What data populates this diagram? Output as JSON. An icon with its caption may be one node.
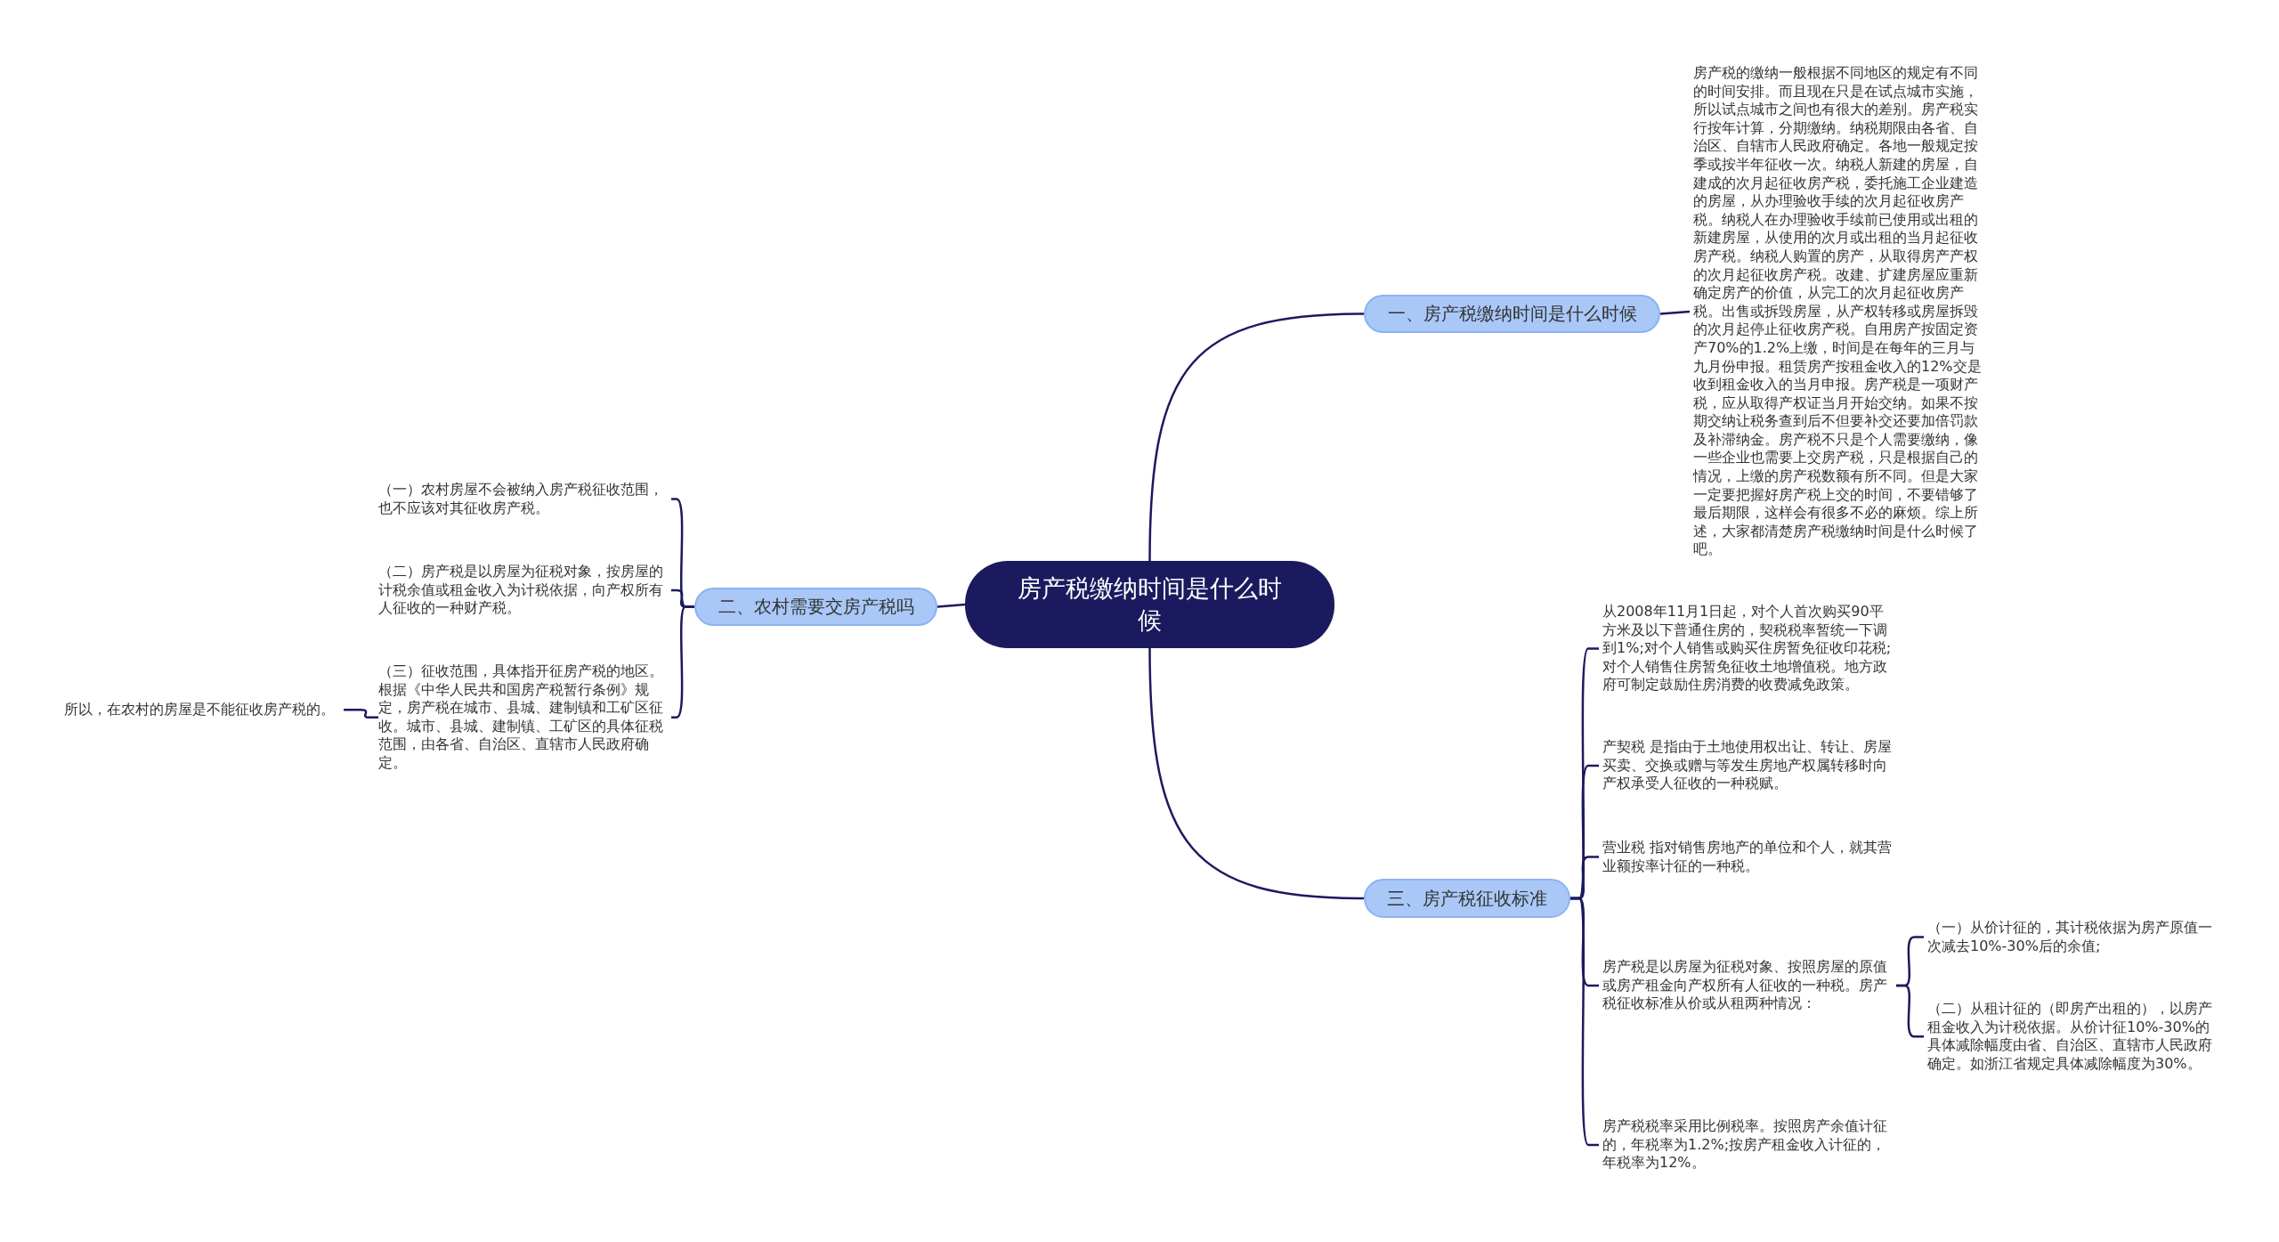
{
  "diagram": {
    "nodes": [
      {
        "text": [
          "房产税缴纳时间是什么时候"
        ]
      },
      {
        "text": [
          "一、房产税缴纳时间是什么时候"
        ]
      },
      {
        "text": [
          "房产税的缴纳一般根据不同地区的规定有不同的时间安排。而且现在只是在试点城市实施，所以试点城市之间也有很大的差别。房产税实行按年计算，分期缴纳。纳税期限由各省、自治区、自辖市人民政府确定。各地一般规定按季或按半年征收一次。纳税人新建的房屋，自建成的次月起征收房产税，委托施工企业建造的房屋，从办理验收手续的次月起征收房产税。纳税人在办理验收手续前已使用或出租的新建房屋，从使用的次月或出租的当月起征收房产税。纳税人购置的房产，从取得房产产权的次月起征收房产税。改建、扩建房屋应重新确定房产的价值，从完工的次月起征收房产税。出售或拆毁房屋，从产权转移或房屋拆毁的次月起停止征收房产税。自用房产按固定资产70%的1.2%上缴，时间是在每年的三月与九月份申报。租赁房产按租金收入的12%交是收到租金收入的当月申报。房产税是一项财产税，应从取得产权证当月开始交纳。如果不按期交纳让税务查到后不但要补交还要加倍罚款及补滞纳金。房产税不只是个人需要缴纳，像一些企业也需要上交房产税，只是根据自己的情况，上缴的房产税数额有所不同。但是大家一定要把握好房产税上交的时间，不要错够了最后期限，这样会有很多不必的麻烦。综上所述，大家都清楚房产税缴纳时间是什么时候了吧。"
        ]
      },
      {
        "text": [
          "二、农村需要交房产税吗"
        ]
      },
      {
        "text": [
          "（一）农村房屋不会被纳入房产税征收范围，也不应该对其征收房产税。"
        ]
      },
      {
        "text": [
          "（二）房产税是以房屋为征税对象，按房屋的计税余值或租金收入为计税依据，向产权所有人征收的一种财产税。"
        ]
      },
      {
        "text": [
          "（三）征收范围，具体指开征房产税的地区。根据《中华人民共和国房产税暂行条例》规定，房产税在城市、县城、建制镇和工矿区征收。城市、县城、建制镇、工矿区的具体征税范围，由各省、自治区、直辖市人民政府确定。"
        ]
      },
      {
        "text": [
          "所以，在农村的房屋是不能征收房产税的。"
        ]
      },
      {
        "text": [
          "三、房产税征收标准"
        ]
      },
      {
        "text": [
          "从2008年11月1日起，对个人首次购买90平方米及以下普通住房的，契税税率暂统一下调到1%;对个人销售或购买住房暂免征收印花税;对个人销售住房暂免征收土地增值税。地方政府可制定鼓励住房消费的收费减免政策。"
        ]
      },
      {
        "text": [
          "产契税 是指由于土地使用权出让、转让、房屋买卖、交换或赠与等发生房地产权属转移时向产权承受人征收的一种税赋。"
        ]
      },
      {
        "text": [
          "营业税 指对销售房地产的单位和个人，就其营业额按率计征的一种税。"
        ]
      },
      {
        "text": [
          "房产税是以房屋为征税对象、按照房屋的原值或房产租金向产权所有人征收的一种税。房产税征收标准从价或从租两种情况："
        ]
      },
      {
        "text": [
          "（一）从价计征的，其计税依据为房产原值一次减去10%-30%后的余值;"
        ]
      },
      {
        "text": [
          "（二）从租计征的（即房产出租的），以房产租金收入为计税依据。从价计征10%-30%的具体减除幅度由省、自治区、直辖市人民政府确定。如浙江省规定具体减除幅度为30%。"
        ]
      },
      {
        "text": [
          "房产税税率采用比例税率。按照房产余值计征的，年税率为1.2%;按房产租金收入计征的，年税率为12%。"
        ]
      }
    ],
    "edges": [
      {
        "from": 0,
        "to": 1,
        "arrow": "none"
      },
      {
        "from": 1,
        "to": 2,
        "arrow": "none"
      },
      {
        "from": 0,
        "to": 3,
        "arrow": "none"
      },
      {
        "from": 3,
        "to": 4,
        "arrow": "none"
      },
      {
        "from": 3,
        "to": 5,
        "arrow": "none"
      },
      {
        "from": 3,
        "to": 6,
        "arrow": "none"
      },
      {
        "from": 6,
        "to": 7,
        "arrow": "none"
      },
      {
        "from": 0,
        "to": 8,
        "arrow": "none"
      },
      {
        "from": 8,
        "to": 9,
        "arrow": "none"
      },
      {
        "from": 8,
        "to": 10,
        "arrow": "none"
      },
      {
        "from": 8,
        "to": 11,
        "arrow": "none"
      },
      {
        "from": 8,
        "to": 12,
        "arrow": "none"
      },
      {
        "from": 12,
        "to": 13,
        "arrow": "none"
      },
      {
        "from": 12,
        "to": 14,
        "arrow": "none"
      },
      {
        "from": 8,
        "to": 15,
        "arrow": "none"
      }
    ]
  }
}
